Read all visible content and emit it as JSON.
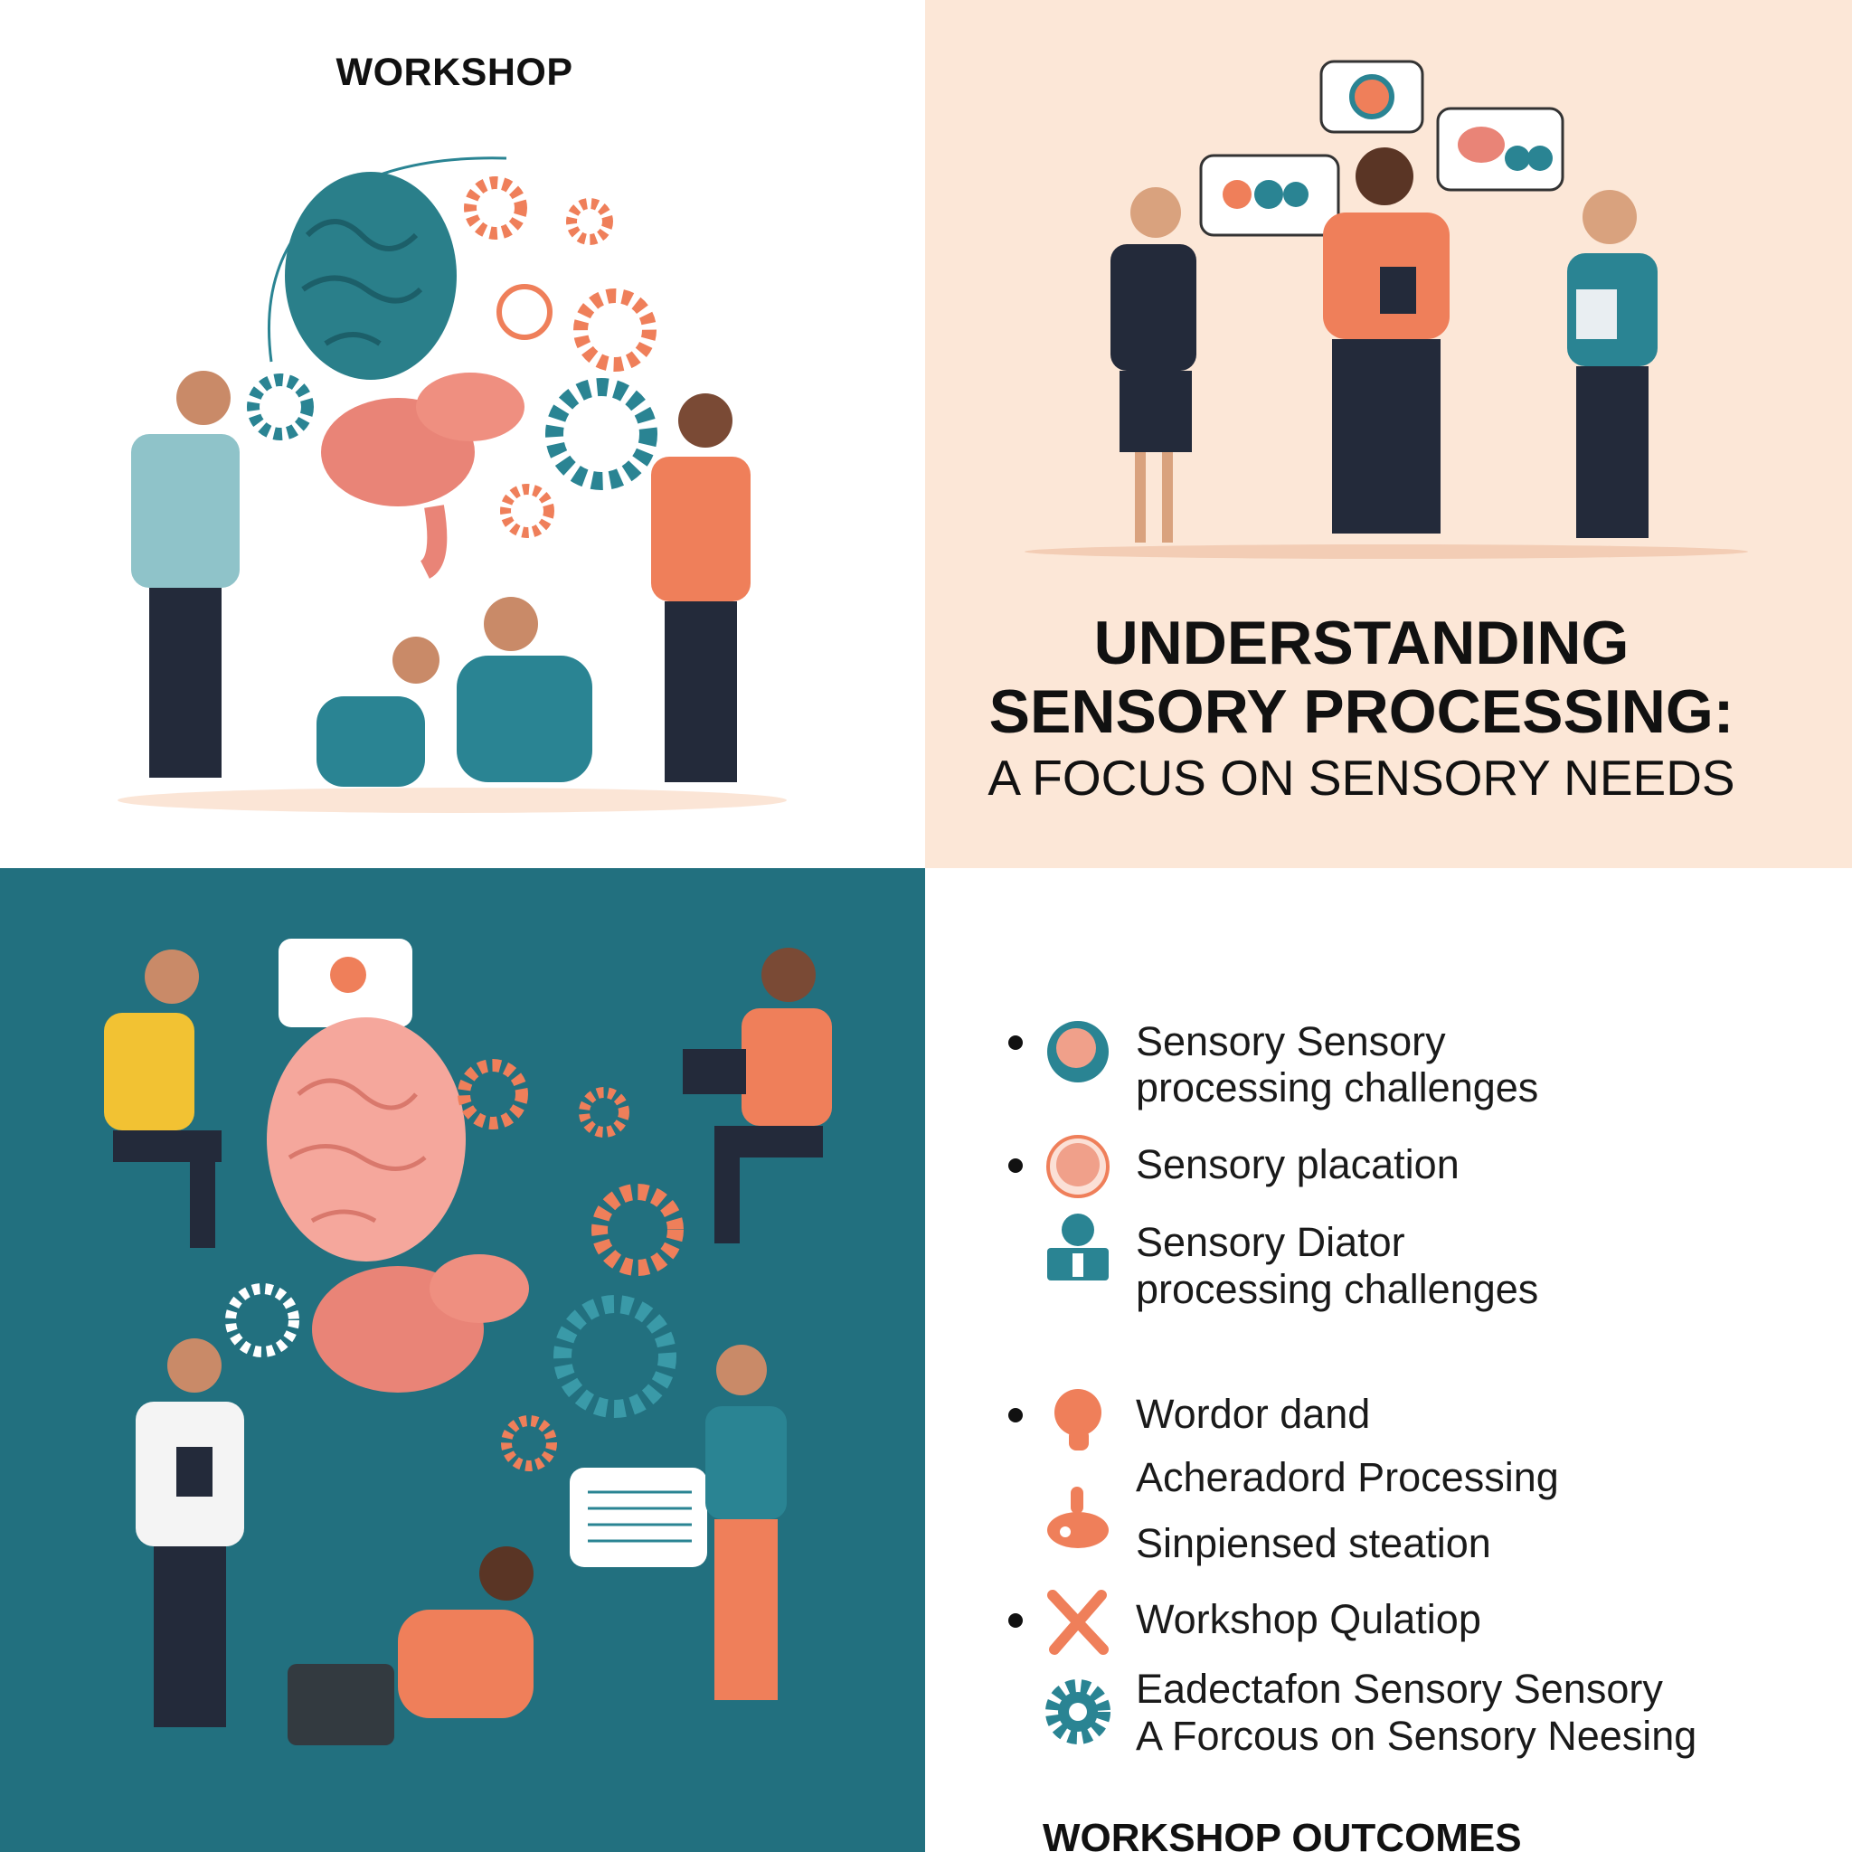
{
  "panel_top_left": {
    "title": "WORKSHOP"
  },
  "panel_top_right": {
    "title_line1": "UNDERSTANDING",
    "title_line2": "SENSORY PROCESSING:",
    "subtitle": "A FOCUS ON SENSORY NEEDS"
  },
  "panel_bottom_right": {
    "heading": "WORKSHOP OUTCOMES",
    "items": [
      {
        "icon": "brain-head-icon",
        "lines": [
          "Sensory Sensory",
          "processing challenges"
        ],
        "bullet": true
      },
      {
        "icon": "brain-circle-icon",
        "lines": [
          "Sensory placation"
        ],
        "bullet": true
      },
      {
        "icon": "person-icon",
        "lines": [
          "Sensory Diator",
          "processing challenges"
        ],
        "bullet": false
      },
      {
        "icon": "head-profile-icon",
        "lines": [
          "Wordor dand"
        ],
        "bullet": true
      },
      {
        "icon": "organ-icon",
        "lines": [
          "Acheradord Processing",
          "Sinpiensed steation"
        ],
        "bullet": false
      },
      {
        "icon": "crossed-tools-icon",
        "lines": [
          "Workshop Qulatiop"
        ],
        "bullet": true
      },
      {
        "icon": "gear-icon",
        "lines": [
          "Eadectafon Sensory Sensory",
          " A Forcous on Sensory Neesing"
        ],
        "bullet": false
      }
    ]
  },
  "colors": {
    "teal": "#2a8493",
    "coral": "#ef7f5a",
    "peach_bg": "#fce7d7",
    "dark_teal_bg": "#22707f",
    "navy": "#232a3a"
  }
}
